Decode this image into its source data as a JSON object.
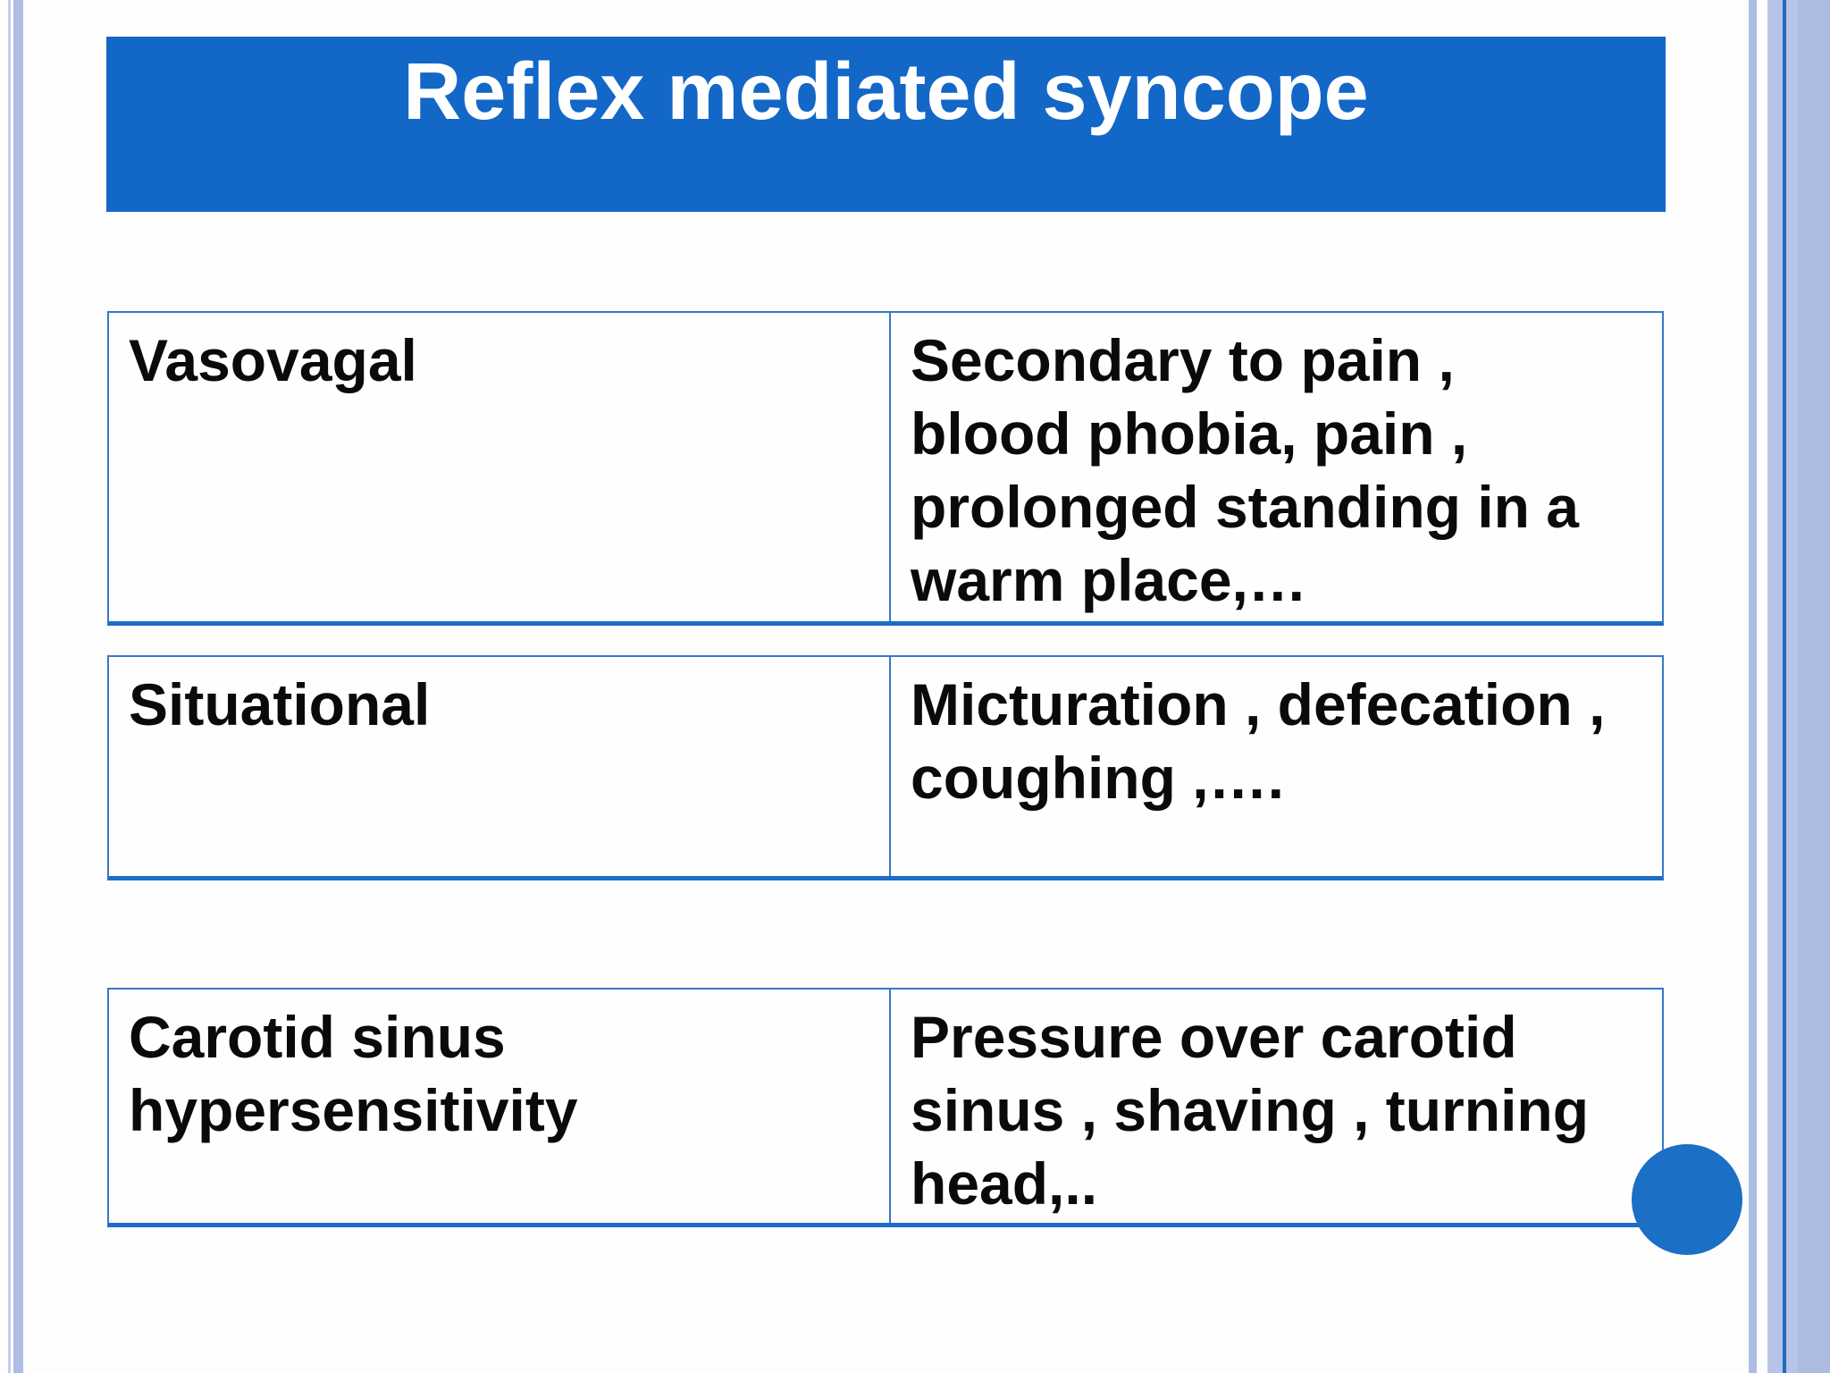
{
  "slide": {
    "title": "Reflex mediated syncope",
    "colors": {
      "title_bar_blue": "#1367c6",
      "table_border_blue": "#3579ca",
      "table_border_bottom_blue": "#1c6dc6",
      "frame_stripe_blue": "#aebde4",
      "accent_circle_blue": "#1b6fc4",
      "text_black": "#0a0a0a"
    },
    "table": {
      "rows": [
        {
          "term": "Vasovagal",
          "description": "Secondary to pain ,\nblood phobia, pain ,\nprolonged standing in a\nwarm place,…"
        },
        {
          "term": "Situational",
          "description": "Micturation  , defecation ,\ncoughing ,…."
        },
        {
          "term": "Carotid sinus\nhypersensitivity",
          "description": "Pressure over carotid\nsinus , shaving , turning\nhead,.."
        }
      ]
    }
  }
}
